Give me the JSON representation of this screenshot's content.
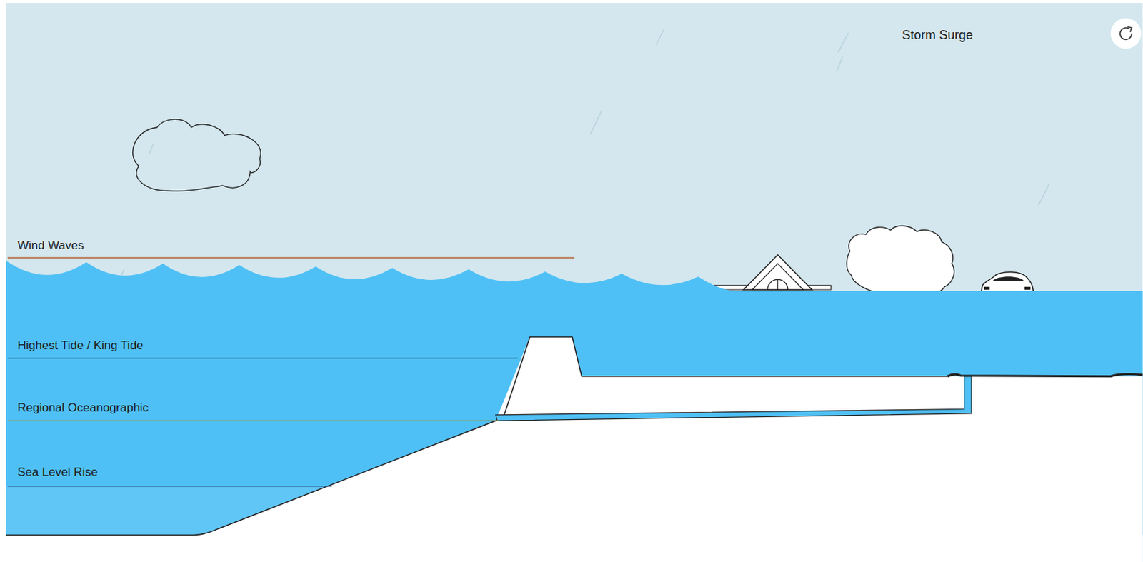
{
  "diagram": {
    "title": "Storm Surge",
    "labels": [
      "Wind Waves",
      "Highest Tide / King Tide",
      "Regional Oceanographic",
      "Sea Level Rise"
    ]
  }
}
